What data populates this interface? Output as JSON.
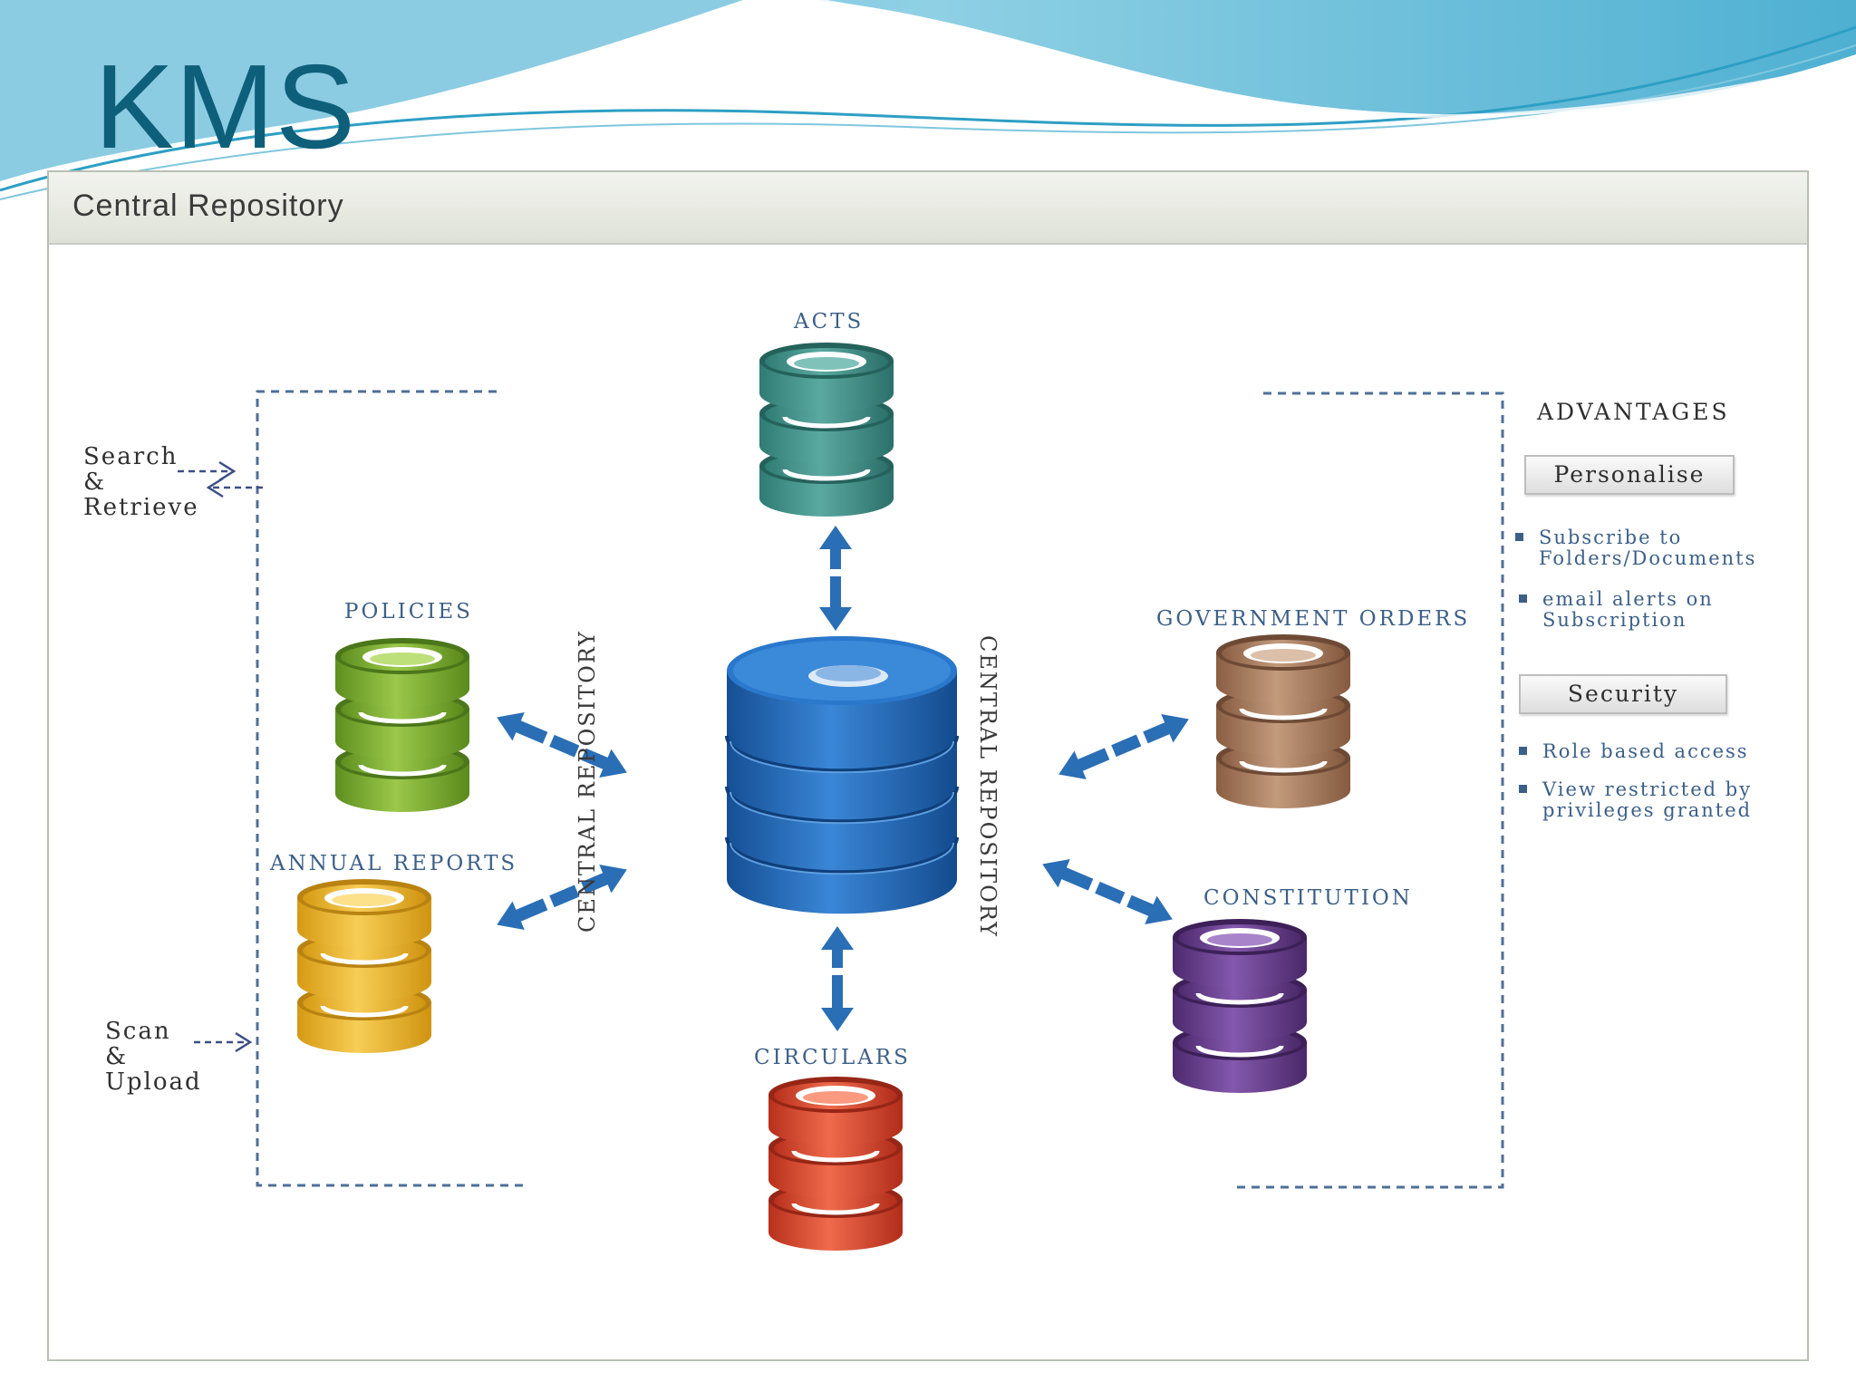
{
  "slide": {
    "title": "KMS"
  },
  "panel": {
    "header": "Central Repository"
  },
  "repositories": {
    "acts": "ACTS",
    "policies": "POLICIES",
    "annual_reports": "ANNUAL REPORTS",
    "government_orders": "GOVERNMENT ORDERS",
    "constitution": "CONSTITUTION",
    "circulars": "CIRCULARS"
  },
  "central": {
    "label": "CENTRAL REPOSITORY"
  },
  "left_actions": {
    "search": [
      "Search",
      "&",
      "Retrieve"
    ],
    "scan": [
      "Scan",
      "&",
      "Upload"
    ]
  },
  "advantages": {
    "title": "ADVANTAGES",
    "personalise": {
      "label": "Personalise",
      "items": [
        "Subscribe to Folders/Documents",
        "email alerts on Subscription"
      ]
    },
    "security": {
      "label": "Security",
      "items": [
        "Role based access",
        "View restricted by privileges granted"
      ]
    }
  },
  "colors": {
    "title": "#0e5f7a",
    "acts": "#3a8c84",
    "policies": "#7aab2e",
    "annual_reports": "#e6b02a",
    "government_orders": "#a97a5c",
    "constitution": "#6a3e8f",
    "circulars": "#d6422a",
    "central": "#1d67b8",
    "arrow": "#2a6eb5"
  }
}
